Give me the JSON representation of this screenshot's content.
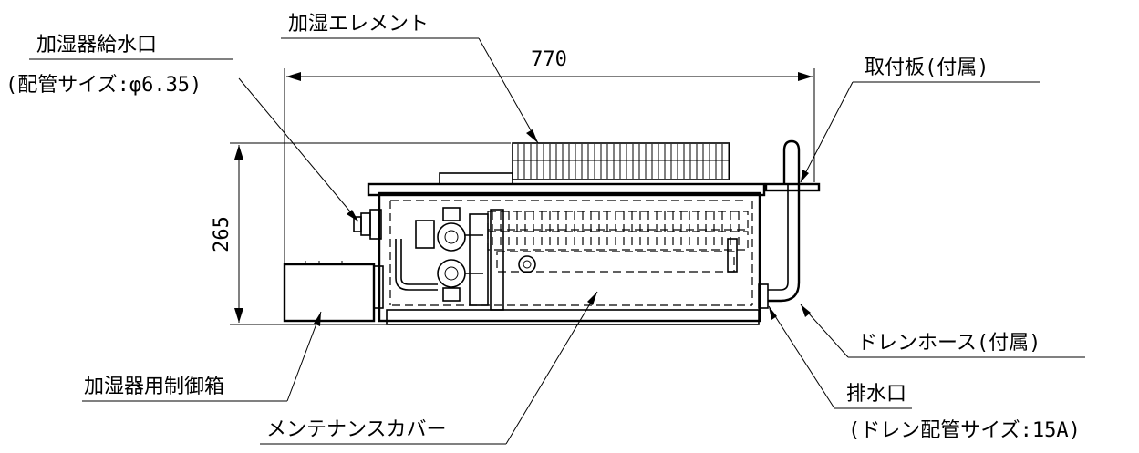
{
  "labels": {
    "humidifier_water_inlet": "加湿器給水口",
    "inlet_pipe_size": "(配管サイズ:φ6.35)",
    "humidifying_element": "加湿エレメント",
    "mounting_plate": "取付板(付属)",
    "drain_hose": "ドレンホース(付属)",
    "drain_outlet": "排水口",
    "drain_pipe_size": "(ドレン配管サイズ:15A)",
    "control_box": "加湿器用制御箱",
    "maintenance_cover": "メンテナンスカバー"
  },
  "dimensions": {
    "width": "770",
    "height": "265"
  }
}
